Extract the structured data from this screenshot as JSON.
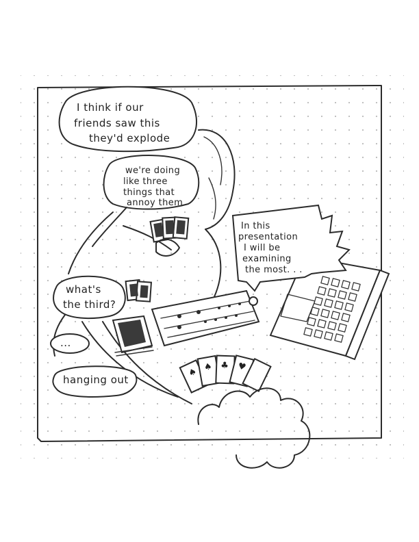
{
  "bubbles": {
    "friends": [
      "I think if our",
      "friends saw this",
      "they'd explode"
    ],
    "annoy": [
      "we're doing",
      "like three",
      "things that",
      "annoy them"
    ],
    "third": [
      "what's",
      "the third?"
    ],
    "ellipsis": "...",
    "hanging": "hanging out",
    "presentation": [
      "In this",
      "presentation",
      "I will be",
      "examining",
      "the most. . ."
    ]
  },
  "icons": {
    "panel": "comic-panel-border",
    "cards": "playing-cards-icon",
    "cribbage": "cribbage-board-icon",
    "laptop": "laptop-icon"
  }
}
